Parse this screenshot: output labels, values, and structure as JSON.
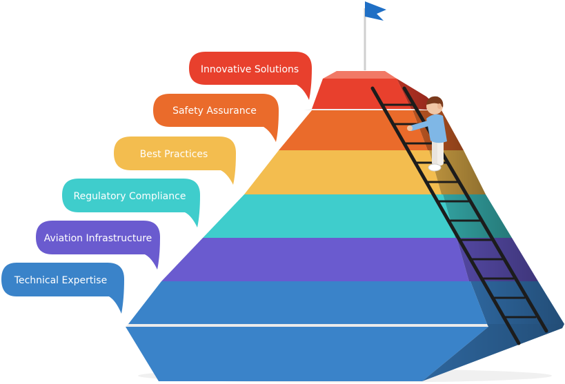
{
  "levels": [
    {
      "label": "Innovative Solutions",
      "color": "#e8402d"
    },
    {
      "label": "Safety Assurance",
      "color": "#ea6b2b"
    },
    {
      "label": "Best Practices",
      "color": "#f3bd4f"
    },
    {
      "label": "Regulatory Compliance",
      "color": "#3fcdcc"
    },
    {
      "label": "Aviation Infrastructure",
      "color": "#6a5bcf"
    },
    {
      "label": "Technical Expertise",
      "color": "#3a83c9"
    }
  ],
  "flag_color": "#1f6fc5"
}
